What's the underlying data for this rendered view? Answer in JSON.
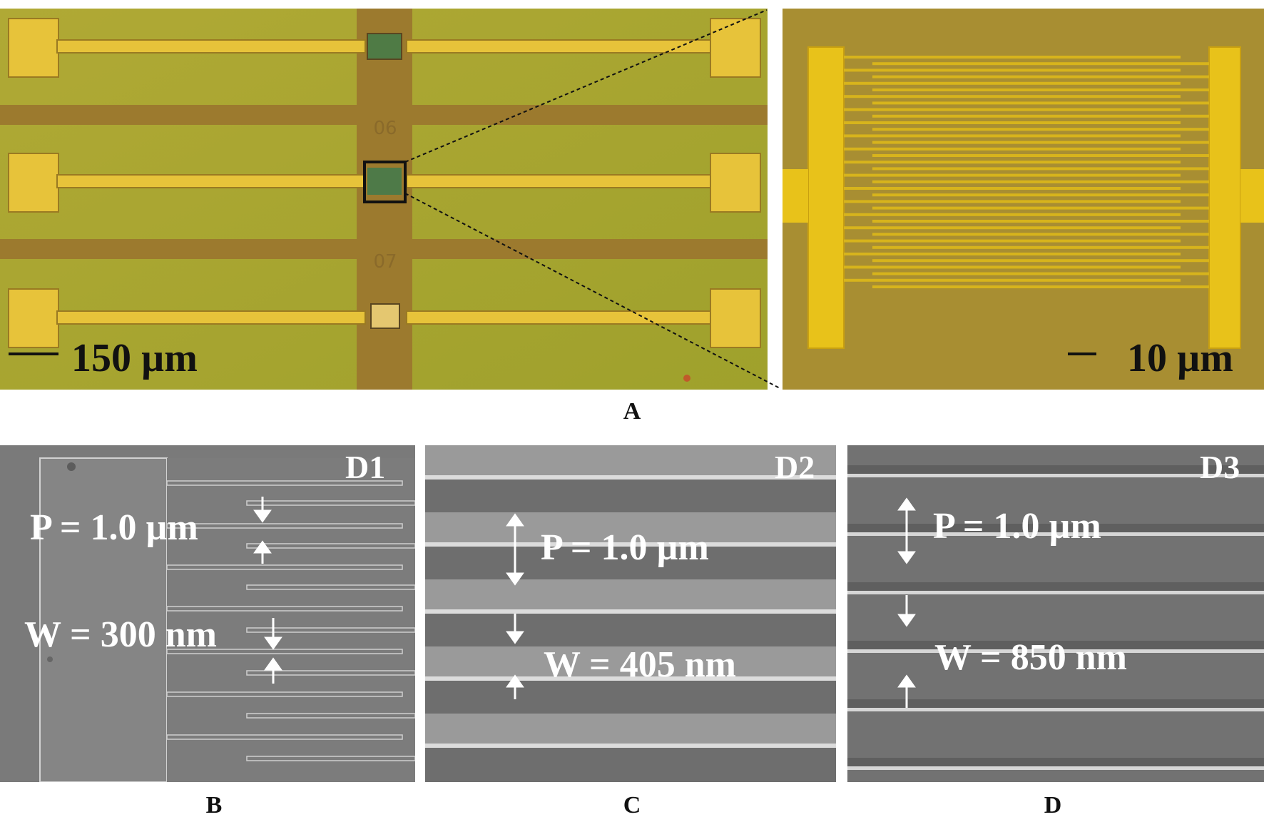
{
  "panel_a": {
    "label": "A",
    "left_scale": "150 µm",
    "right_scale": "10 µm",
    "chip_numbers": [
      "06",
      "07"
    ]
  },
  "panel_b": {
    "label": "B",
    "device": "D1",
    "pitch": "P = 1.0 µm",
    "width": "W = 300 nm"
  },
  "panel_c": {
    "label": "C",
    "device": "D2",
    "pitch": "P = 1.0 µm",
    "width": "W = 405 nm"
  },
  "panel_d": {
    "label": "D",
    "device": "D3",
    "pitch": "P = 1.0 µm",
    "width": "W = 850 nm"
  },
  "colors": {
    "gold": "#e8c21a",
    "substrate": "#a8a631",
    "trench": "#9c7a2e",
    "sem_gray": "#7d7d7d",
    "sem_line": "#c9c9c9"
  }
}
